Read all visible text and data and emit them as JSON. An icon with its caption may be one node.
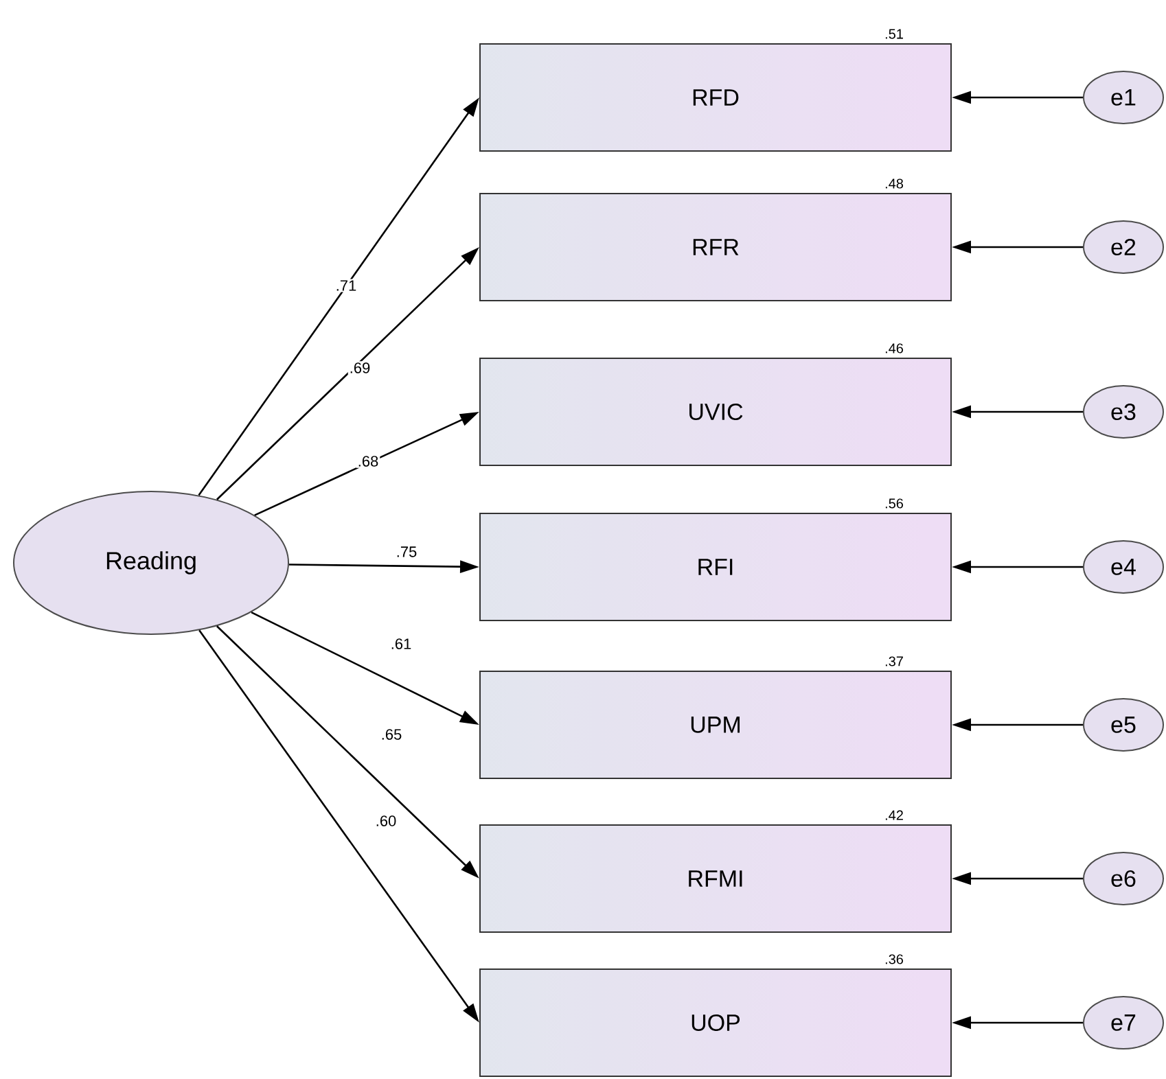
{
  "diagram": {
    "nodes": [
      {
        "text": [
          "Reading"
        ]
      },
      {
        "text": [
          "RFD"
        ],
        "beside": [
          ".51"
        ]
      },
      {
        "text": [
          "RFR"
        ],
        "beside": [
          ".48"
        ]
      },
      {
        "text": [
          "UVIC"
        ],
        "beside": [
          ".46"
        ]
      },
      {
        "text": [
          "RFI"
        ],
        "beside": [
          ".56"
        ]
      },
      {
        "text": [
          "UPM"
        ],
        "beside": [
          ".37"
        ]
      },
      {
        "text": [
          "RFMI"
        ],
        "beside": [
          ".42"
        ]
      },
      {
        "text": [
          "UOP"
        ],
        "beside": [
          ".36"
        ]
      },
      {
        "text": [
          "e1"
        ]
      },
      {
        "text": [
          "e2"
        ]
      },
      {
        "text": [
          "e3"
        ]
      },
      {
        "text": [
          "e4"
        ]
      },
      {
        "text": [
          "e5"
        ]
      },
      {
        "text": [
          "e6"
        ]
      },
      {
        "text": [
          "e7"
        ]
      }
    ],
    "edges": [
      {
        "from": 0,
        "to": 1,
        "arrow": "to",
        "label": ".71"
      },
      {
        "from": 0,
        "to": 2,
        "arrow": "to",
        "label": ".69"
      },
      {
        "from": 0,
        "to": 3,
        "arrow": "to",
        "label": ".68"
      },
      {
        "from": 0,
        "to": 4,
        "arrow": "to",
        "label": ".75"
      },
      {
        "from": 0,
        "to": 5,
        "arrow": "to",
        "label": ".61"
      },
      {
        "from": 0,
        "to": 6,
        "arrow": "to",
        "label": ".65"
      },
      {
        "from": 0,
        "to": 7,
        "arrow": "to",
        "label": ".60"
      },
      {
        "from": 8,
        "to": 1,
        "arrow": "to"
      },
      {
        "from": 9,
        "to": 2,
        "arrow": "to"
      },
      {
        "from": 10,
        "to": 3,
        "arrow": "to"
      },
      {
        "from": 11,
        "to": 4,
        "arrow": "to"
      },
      {
        "from": 12,
        "to": 5,
        "arrow": "to"
      },
      {
        "from": 13,
        "to": 6,
        "arrow": "to"
      },
      {
        "from": 14,
        "to": 7,
        "arrow": "to"
      }
    ]
  }
}
